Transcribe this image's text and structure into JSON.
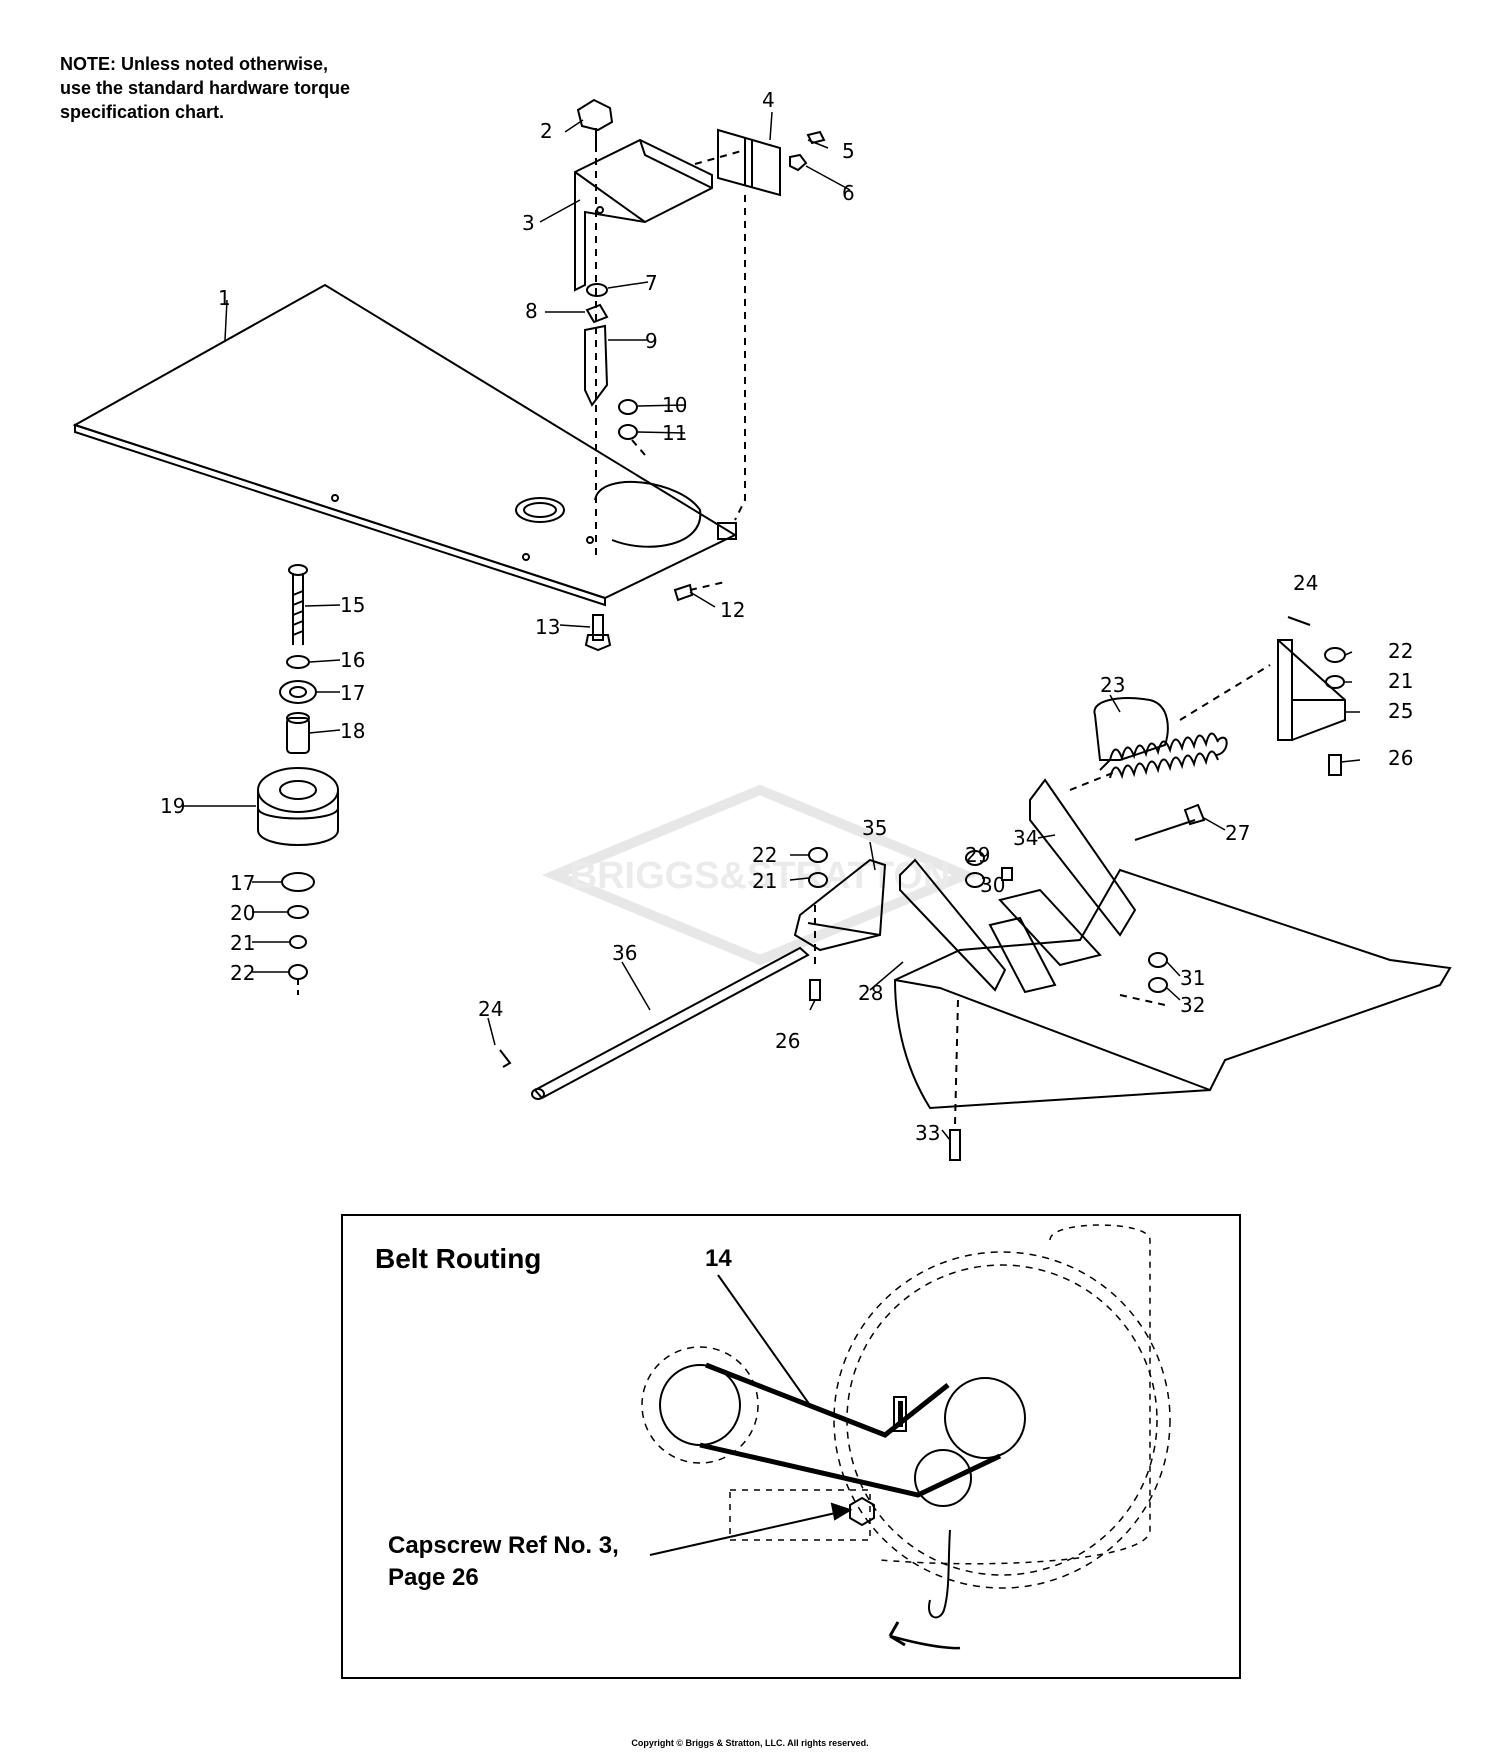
{
  "note": {
    "line1": "NOTE: Unless noted otherwise,",
    "line2": "use the standard hardware torque",
    "line3": "specification chart."
  },
  "watermark": "BRIGGS&STRATTON",
  "inset": {
    "title": "Belt Routing",
    "belt_callout": "14",
    "capscrew_line1": "Capscrew Ref No. 3,",
    "capscrew_line2": "Page 26"
  },
  "callouts": {
    "c1": "1",
    "c2": "2",
    "c3": "3",
    "c4": "4",
    "c5": "5",
    "c6": "6",
    "c7": "7",
    "c8": "8",
    "c9": "9",
    "c10": "10",
    "c11": "11",
    "c12": "12",
    "c13": "13",
    "c15": "15",
    "c16": "16",
    "c17a": "17",
    "c18": "18",
    "c19": "19",
    "c17b": "17",
    "c20": "20",
    "c21a": "21",
    "c22a": "22",
    "c24a": "24",
    "c22b": "22",
    "c21b": "21",
    "c25": "25",
    "c26a": "26",
    "c23": "23",
    "c27": "27",
    "c34": "34",
    "c35": "35",
    "c22c": "22",
    "c21c": "21",
    "c29": "29",
    "c30": "30",
    "c31": "31",
    "c32": "32",
    "c28": "28",
    "c36": "36",
    "c26b": "26",
    "c24b": "24",
    "c33": "33"
  },
  "copyright": "Copyright © Briggs & Stratton, LLC. All rights reserved."
}
